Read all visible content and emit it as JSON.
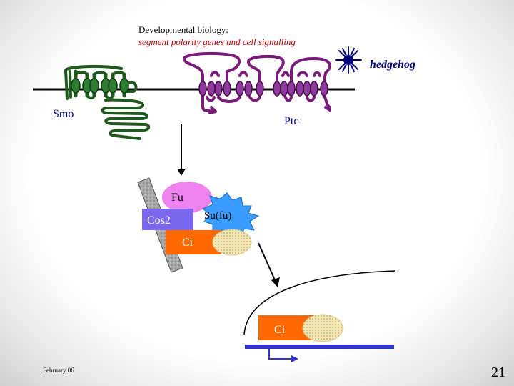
{
  "slide": {
    "title": "Developmental biology:",
    "subtitle": "segment polarity genes and cell signalling",
    "date": "February 06",
    "page_number": "21"
  },
  "labels": {
    "hedgehog": "hedgehog",
    "smo": "Smo",
    "ptc": "Ptc",
    "fu": "Fu",
    "cos2": "Cos2",
    "sufu": "Su(fu)",
    "ci_cytoplasm": "Ci",
    "ci_nucleus": "Ci"
  },
  "colors": {
    "smo": "#1e5a1e",
    "ptc": "#7a1a7a",
    "fu": "#ee82ee",
    "cos2": "#7b68ee",
    "sufu": "#3b9cff",
    "ci": "#ff6a00",
    "ci_partner": "#f3e8b6",
    "hedgehog": "#00007a",
    "dna": "#3333cc"
  }
}
